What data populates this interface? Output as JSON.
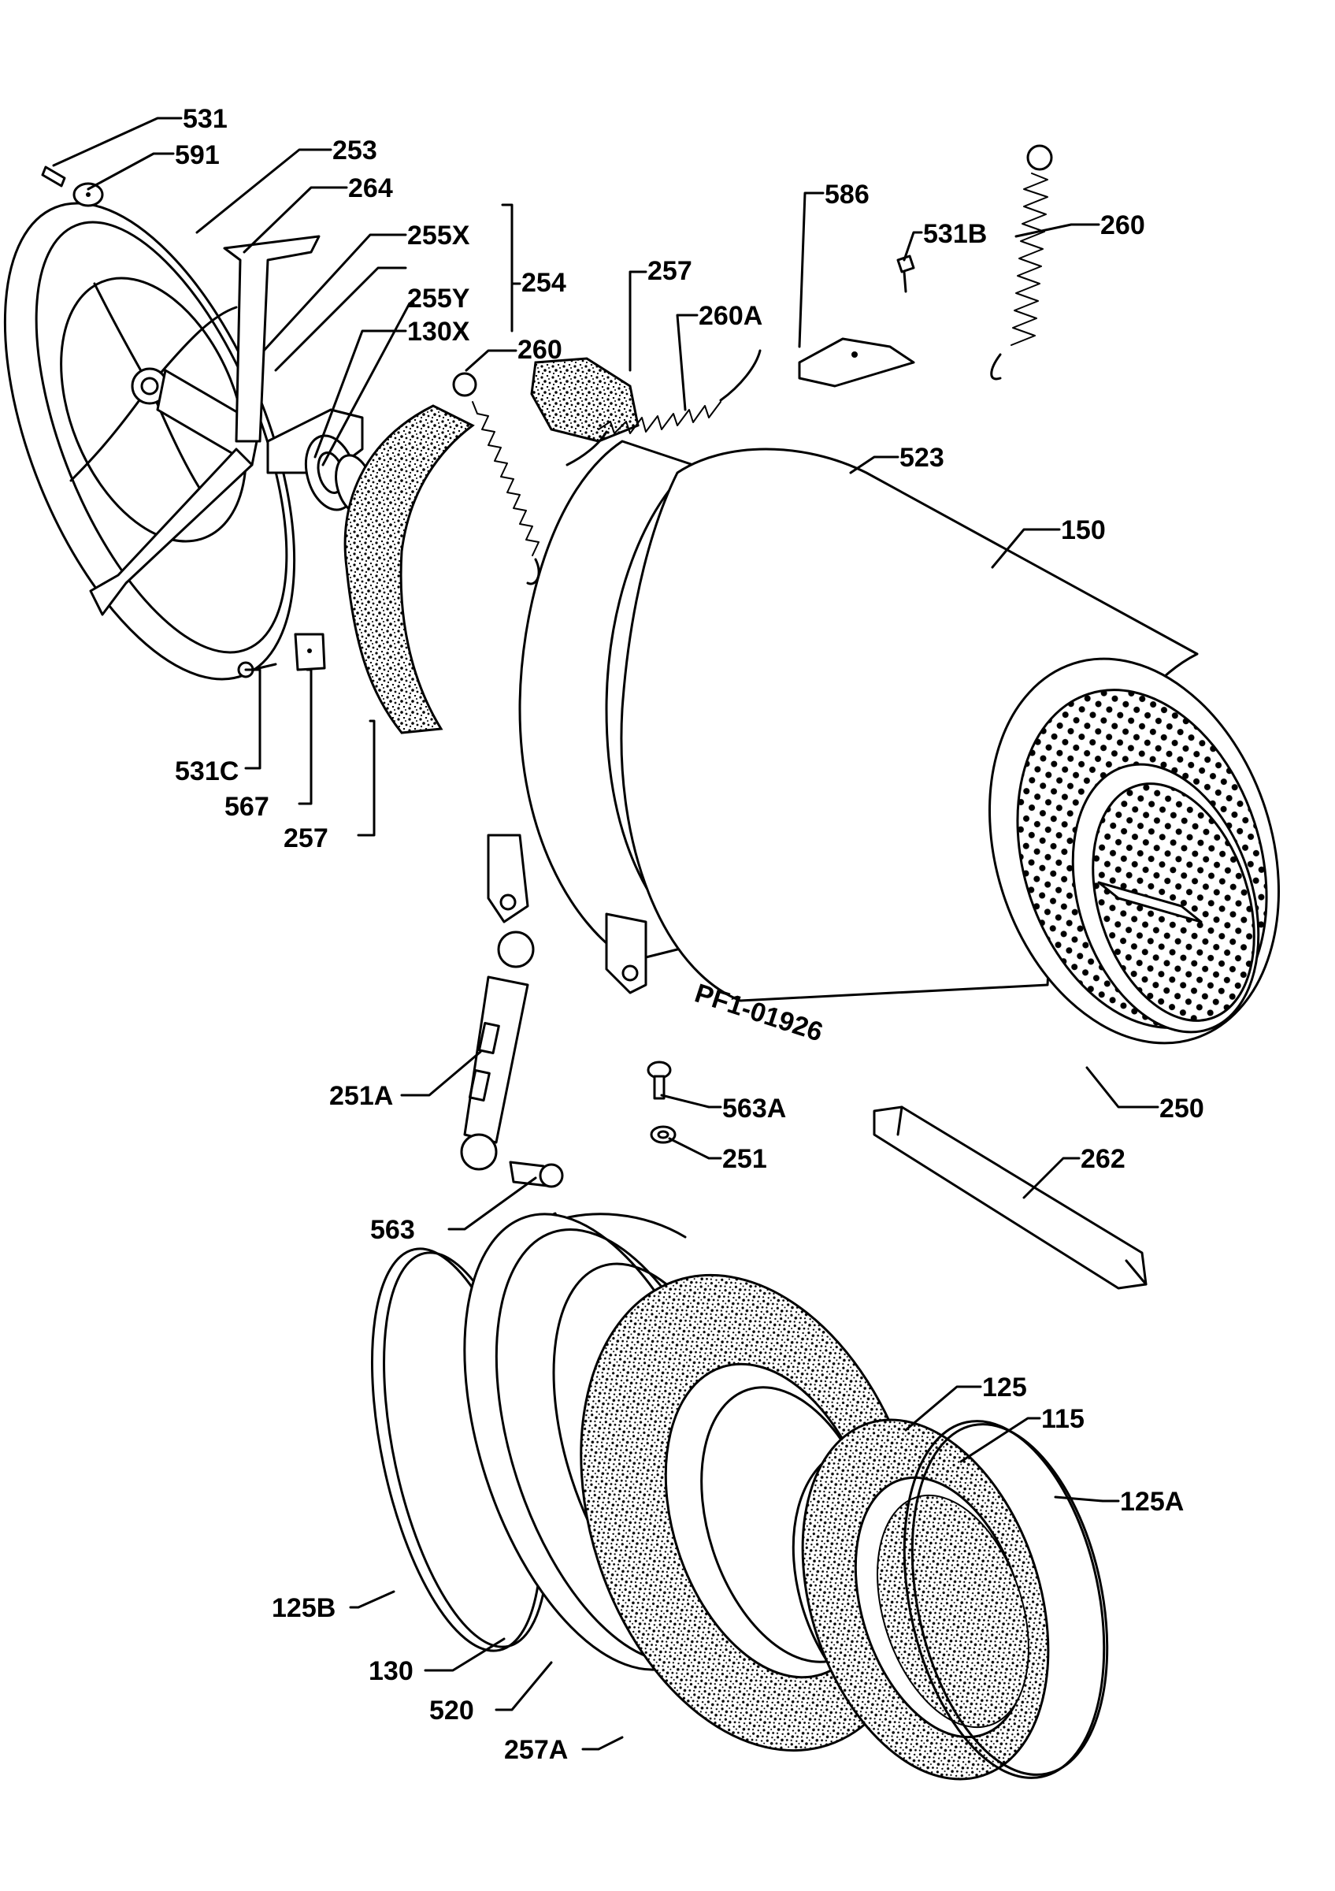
{
  "callouts": {
    "c531": "531",
    "c591": "591",
    "c253": "253",
    "c264": "264",
    "c255x": "255X",
    "c254": "254",
    "c255y": "255Y",
    "c130x": "130X",
    "c260a_top": "260",
    "c257_top": "257",
    "c260A": "260A",
    "c586": "586",
    "c531B": "531B",
    "c260_right": "260",
    "c523": "523",
    "c150": "150",
    "c531C": "531C",
    "c567": "567",
    "c257_left": "257",
    "c251A": "251A",
    "c563A": "563A",
    "c251": "251",
    "c250": "250",
    "c262": "262",
    "c563": "563",
    "c125": "125",
    "c115": "115",
    "c125A": "125A",
    "c125B": "125B",
    "c130": "130",
    "c520": "520",
    "c257A": "257A"
  },
  "drawing_code": "PF1-01926",
  "icons": {
    "perforated": "perforation-pattern"
  }
}
